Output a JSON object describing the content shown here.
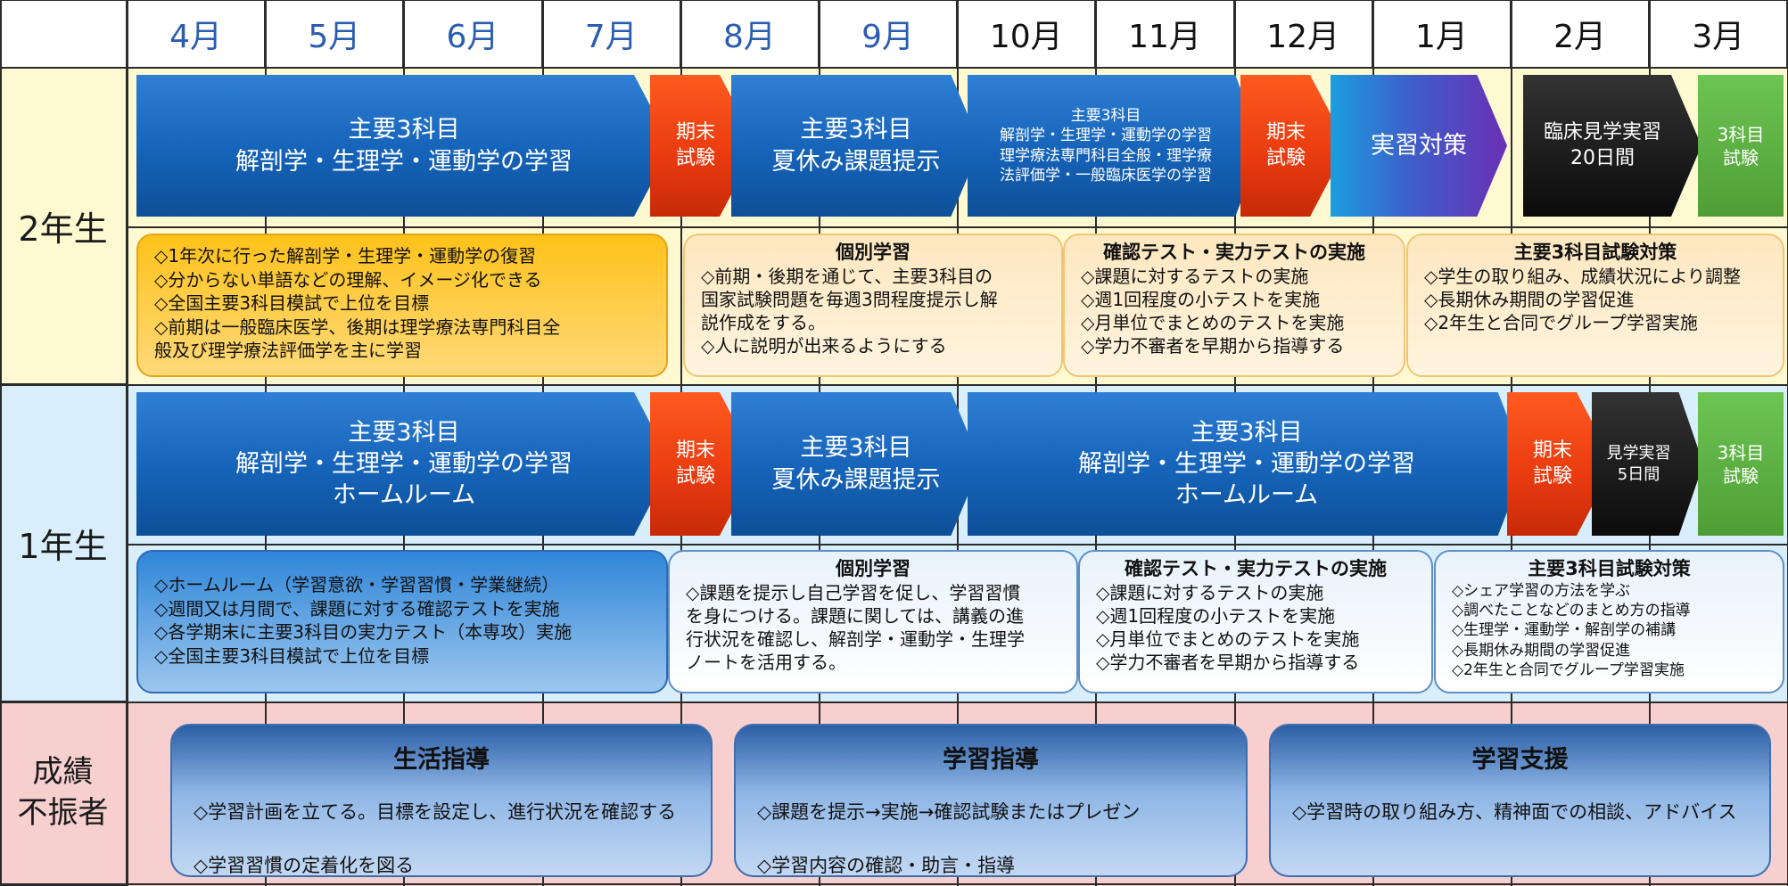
{
  "months": [
    "4月",
    "5月",
    "6月",
    "7月",
    "8月",
    "9月",
    "10月",
    "11月",
    "12月",
    "1月",
    "2月",
    "3月"
  ],
  "rows": {
    "y2": "2年生",
    "y1": "1年生",
    "low": [
      "成績",
      "不振者"
    ]
  },
  "y2": {
    "arrows": [
      {
        "lines": [
          "主要3科目",
          "解剖学・生理学・運動学の学習"
        ]
      },
      {
        "lines": [
          "期末",
          "試験"
        ]
      },
      {
        "lines": [
          "主要3科目",
          "夏休み課題提示"
        ]
      },
      {
        "lines": [
          "主要3科目",
          "解剖学・生理学・運動学の学習",
          "理学療法専門科目全般・理学療",
          "法評価学・一般臨床医学の学習"
        ]
      },
      {
        "lines": [
          "期末",
          "試験"
        ]
      },
      {
        "lines": [
          "実習対策"
        ]
      },
      {
        "lines": [
          "臨床見学実習",
          "20日間"
        ]
      },
      {
        "lines": [
          "3科目",
          "試験"
        ]
      }
    ],
    "boxes": [
      {
        "title": "",
        "lines": [
          "◇1年次に行った解剖学・生理学・運動学の復習",
          "◇分からない単語などの理解、イメージ化できる",
          "◇全国主要3科目模試で上位を目標",
          "◇前期は一般臨床医学、後期は理学療法専門科目全",
          "般及び理学療法評価学を主に学習"
        ]
      },
      {
        "title": "個別学習",
        "lines": [
          "◇前期・後期を通じて、主要3科目の",
          "国家試験問題を毎週3問程度提示し解",
          "説作成をする。",
          "◇人に説明が出来るようにする"
        ]
      },
      {
        "title": "確認テスト・実力テストの実施",
        "lines": [
          "◇課題に対するテストの実施",
          "◇週1回程度の小テストを実施",
          "◇月単位でまとめのテストを実施",
          "◇学力不審者を早期から指導する"
        ]
      },
      {
        "title": "主要3科目試験対策",
        "lines": [
          "◇学生の取り組み、成績状況により調整",
          "◇長期休み期間の学習促進",
          "◇2年生と合同でグループ学習実施"
        ]
      }
    ]
  },
  "y1": {
    "arrows": [
      {
        "lines": [
          "主要3科目",
          "解剖学・生理学・運動学の学習",
          "ホームルーム"
        ]
      },
      {
        "lines": [
          "期末",
          "試験"
        ]
      },
      {
        "lines": [
          "主要3科目",
          "夏休み課題提示"
        ]
      },
      {
        "lines": [
          "主要3科目",
          "解剖学・生理学・運動学の学習",
          "ホームルーム"
        ]
      },
      {
        "lines": [
          "期末",
          "試験"
        ]
      },
      {
        "lines": [
          "見学実習",
          "5日間"
        ]
      },
      {
        "lines": [
          "3科目",
          "試験"
        ]
      }
    ],
    "boxes": [
      {
        "title": "",
        "lines": [
          "◇ホームルーム（学習意欲・学習習慣・学業継続）",
          "◇週間又は月間で、課題に対する確認テストを実施",
          "◇各学期末に主要3科目の実力テスト（本専攻）実施",
          "◇全国主要3科目模試で上位を目標"
        ]
      },
      {
        "title": "個別学習",
        "lines": [
          "◇課題を提示し自己学習を促し、学習習慣",
          "を身につける。課題に関しては、講義の進",
          "行状況を確認し、解剖学・運動学・生理学",
          "ノートを活用する。"
        ]
      },
      {
        "title": "確認テスト・実力テストの実施",
        "lines": [
          "◇課題に対するテストの実施",
          "◇週1回程度の小テストを実施",
          "◇月単位でまとめのテストを実施",
          "◇学力不審者を早期から指導する"
        ]
      },
      {
        "title": "主要3科目試験対策",
        "lines": [
          "◇シェア学習の方法を学ぶ",
          "◇調べたことなどのまとめ方の指導",
          "◇生理学・運動学・解剖学の補講",
          "◇長期休み期間の学習促進",
          "◇2年生と合同でグループ学習実施"
        ]
      }
    ]
  },
  "support": [
    {
      "title": "生活指導",
      "lines": [
        "◇学習計画を立てる。目標を設定し、進行状況を確認する",
        "◇学習習慣の定着化を図る"
      ]
    },
    {
      "title": "学習指導",
      "lines": [
        "◇課題を提示→実施→確認試験またはプレゼン",
        "◇学習内容の確認・助言・指導"
      ]
    },
    {
      "title": "学習支援",
      "lines": [
        "◇学習時の取り組み方、精神面での相談、アドバイス"
      ]
    }
  ]
}
